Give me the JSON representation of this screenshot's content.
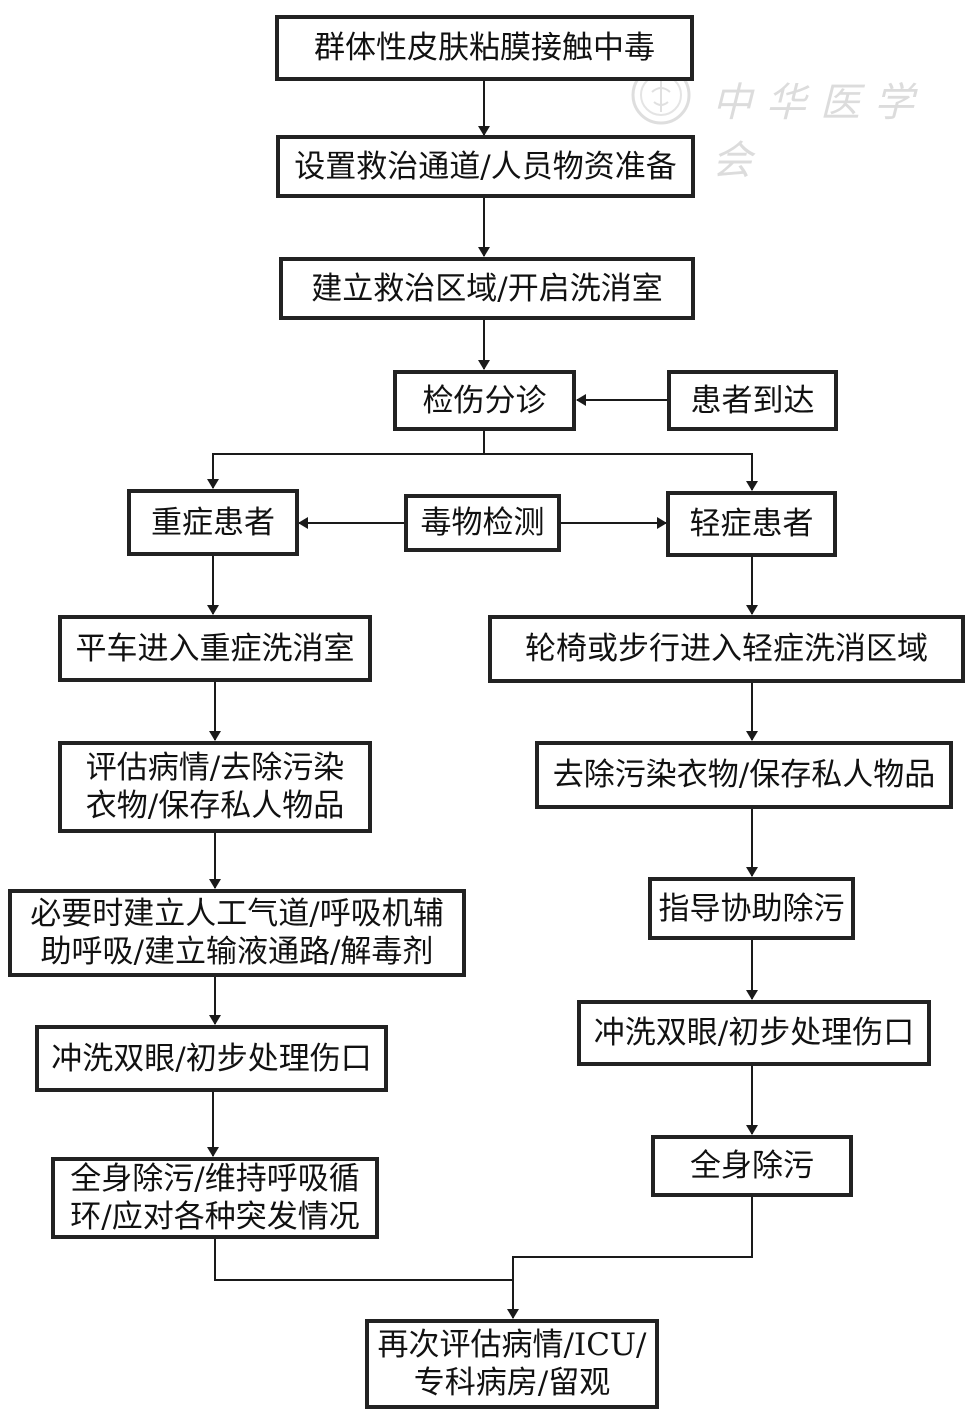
{
  "watermark": {
    "emblem": "society-emblem-icon",
    "text": "中华医学会"
  },
  "nodes": {
    "start": "群体性皮肤粘膜接触中毒",
    "prepare": "设置救治通道/人员物资准备",
    "zone": "建立救治区域/开启洗消室",
    "triage": "检伤分诊",
    "arrival": "患者到达",
    "severe": "重症患者",
    "toxin_test": "毒物检测",
    "mild": "轻症患者",
    "severe_room": "平车进入重症洗消室",
    "severe_assess": [
      "评估病情/去除污染",
      "衣物/保存私人物品"
    ],
    "severe_support": [
      "必要时建立人工气道/呼吸机辅",
      "助呼吸/建立输液通路/解毒剂"
    ],
    "severe_wash": "冲洗双眼/初步处理伤口",
    "severe_decon": [
      "全身除污/维持呼吸循",
      "环/应对各种突发情况"
    ],
    "mild_room": "轮椅或步行进入轻症洗消区域",
    "mild_clothes": "去除污染衣物/保存私人物品",
    "mild_guide": "指导协助除污",
    "mild_wash": "冲洗双眼/初步处理伤口",
    "mild_decon": "全身除污",
    "final": [
      "再次评估病情/ICU/",
      "专科病房/留观"
    ]
  },
  "edges": [
    [
      "start",
      "prepare"
    ],
    [
      "prepare",
      "zone"
    ],
    [
      "zone",
      "triage"
    ],
    [
      "arrival",
      "triage"
    ],
    [
      "triage",
      "severe"
    ],
    [
      "triage",
      "mild"
    ],
    [
      "toxin_test",
      "severe"
    ],
    [
      "toxin_test",
      "mild"
    ],
    [
      "severe",
      "severe_room"
    ],
    [
      "severe_room",
      "severe_assess"
    ],
    [
      "severe_assess",
      "severe_support"
    ],
    [
      "severe_support",
      "severe_wash"
    ],
    [
      "severe_wash",
      "severe_decon"
    ],
    [
      "severe_decon",
      "final"
    ],
    [
      "mild",
      "mild_room"
    ],
    [
      "mild_room",
      "mild_clothes"
    ],
    [
      "mild_clothes",
      "mild_guide"
    ],
    [
      "mild_guide",
      "mild_wash"
    ],
    [
      "mild_wash",
      "mild_decon"
    ],
    [
      "mild_decon",
      "final"
    ]
  ]
}
